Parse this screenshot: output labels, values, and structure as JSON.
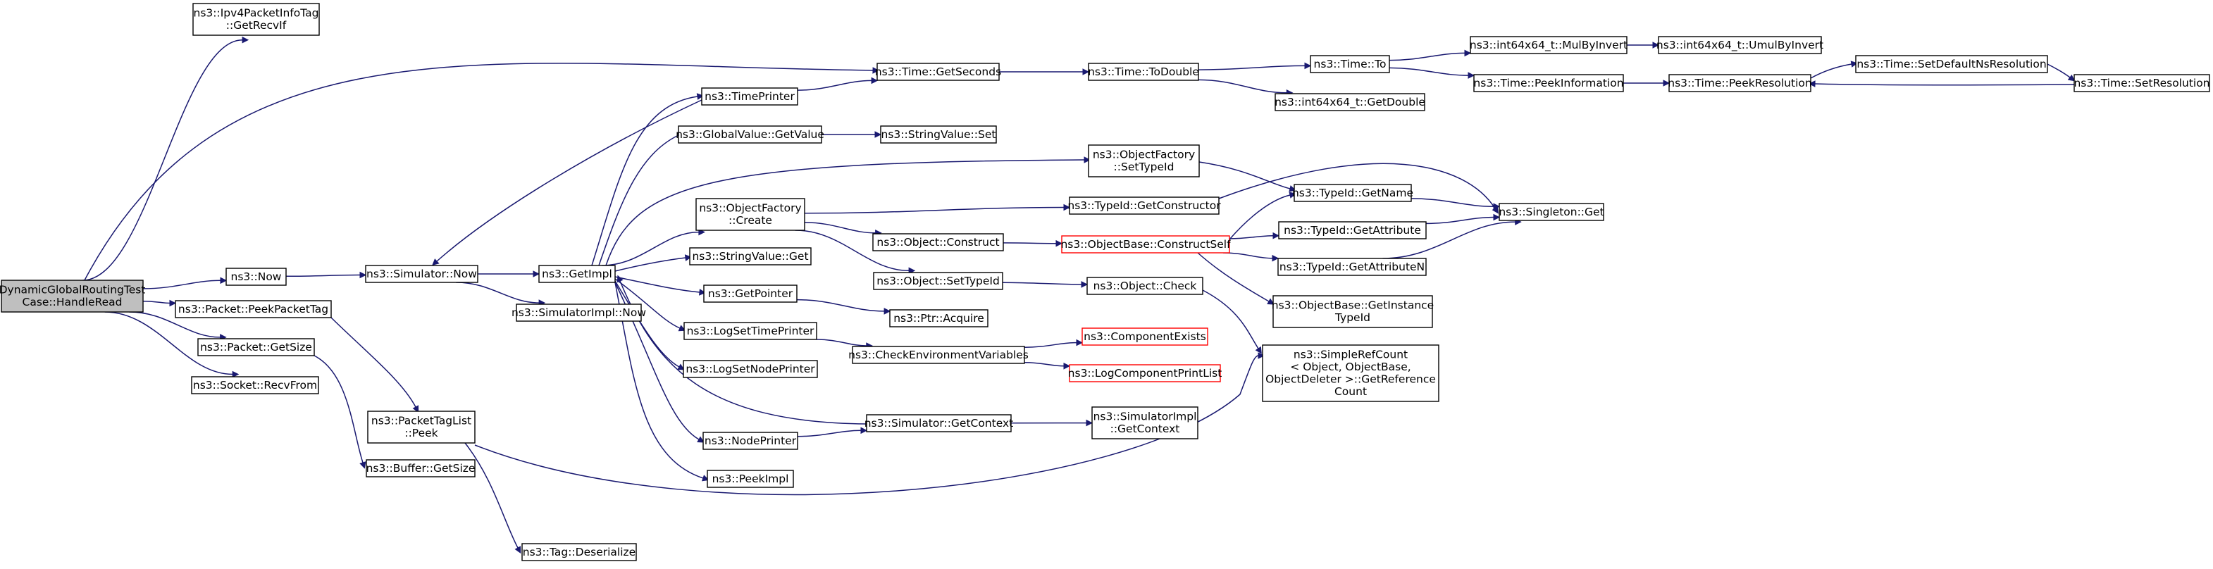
{
  "diagram": {
    "colors": {
      "edge": "#191970",
      "node_border": "#000000",
      "truncated_border": "#ff0000",
      "root_fill": "#bfbfbf",
      "background": "#ffffff"
    },
    "nodes": [
      {
        "id": "root",
        "lines": [
          "DynamicGlobalRoutingTest",
          "Case::HandleRead"
        ],
        "style": "root"
      },
      {
        "id": "ipv4",
        "lines": [
          "ns3::Ipv4PacketInfoTag",
          "::GetRecvIf"
        ]
      },
      {
        "id": "now",
        "lines": [
          "ns3::Now"
        ]
      },
      {
        "id": "peekpt",
        "lines": [
          "ns3::Packet::PeekPacketTag"
        ]
      },
      {
        "id": "pgetsize",
        "lines": [
          "ns3::Packet::GetSize"
        ]
      },
      {
        "id": "recvfrom",
        "lines": [
          "ns3::Socket::RecvFrom"
        ]
      },
      {
        "id": "simnow",
        "lines": [
          "ns3::Simulator::Now"
        ]
      },
      {
        "id": "ptlpeek",
        "lines": [
          "ns3::PacketTagList",
          "::Peek"
        ]
      },
      {
        "id": "bufgetsize",
        "lines": [
          "ns3::Buffer::GetSize"
        ]
      },
      {
        "id": "getimpl",
        "lines": [
          "ns3::GetImpl"
        ]
      },
      {
        "id": "simimplnow",
        "lines": [
          "ns3::SimulatorImpl::Now"
        ]
      },
      {
        "id": "tagdeser",
        "lines": [
          "ns3::Tag::Deserialize"
        ]
      },
      {
        "id": "timeprinter",
        "lines": [
          "ns3::TimePrinter"
        ]
      },
      {
        "id": "gvgetvalue",
        "lines": [
          "ns3::GlobalValue::GetValue"
        ]
      },
      {
        "id": "ofcreate",
        "lines": [
          "ns3::ObjectFactory",
          "::Create"
        ]
      },
      {
        "id": "svget",
        "lines": [
          "ns3::StringValue::Get"
        ]
      },
      {
        "id": "getpointer",
        "lines": [
          "ns3::GetPointer"
        ]
      },
      {
        "id": "logsettime",
        "lines": [
          "ns3::LogSetTimePrinter"
        ]
      },
      {
        "id": "logsetnode",
        "lines": [
          "ns3::LogSetNodePrinter"
        ]
      },
      {
        "id": "nodeprinter",
        "lines": [
          "ns3::NodePrinter"
        ]
      },
      {
        "id": "peekimpl",
        "lines": [
          "ns3::PeekImpl"
        ]
      },
      {
        "id": "getseconds",
        "lines": [
          "ns3::Time::GetSeconds"
        ]
      },
      {
        "id": "svset",
        "lines": [
          "ns3::StringValue::Set"
        ]
      },
      {
        "id": "objconstruct",
        "lines": [
          "ns3::Object::Construct"
        ]
      },
      {
        "id": "objsettypeid",
        "lines": [
          "ns3::Object::SetTypeId"
        ]
      },
      {
        "id": "ptracquire",
        "lines": [
          "ns3::Ptr::Acquire"
        ]
      },
      {
        "id": "checkenv",
        "lines": [
          "ns3::CheckEnvironmentVariables"
        ]
      },
      {
        "id": "simgetctx",
        "lines": [
          "ns3::Simulator::GetContext"
        ]
      },
      {
        "id": "todouble",
        "lines": [
          "ns3::Time::ToDouble"
        ]
      },
      {
        "id": "ofsettypeid",
        "lines": [
          "ns3::ObjectFactory",
          "::SetTypeId"
        ]
      },
      {
        "id": "tidgetctor",
        "lines": [
          "ns3::TypeId::GetConstructor"
        ]
      },
      {
        "id": "obconstructself",
        "lines": [
          "ns3::ObjectBase::ConstructSelf"
        ],
        "style": "trunc"
      },
      {
        "id": "objcheck",
        "lines": [
          "ns3::Object::Check"
        ]
      },
      {
        "id": "compexists",
        "lines": [
          "ns3::ComponentExists"
        ],
        "style": "trunc"
      },
      {
        "id": "logcompprint",
        "lines": [
          "ns3::LogComponentPrintList"
        ],
        "style": "trunc"
      },
      {
        "id": "simimplgetctx",
        "lines": [
          "ns3::SimulatorImpl",
          "::GetContext"
        ]
      },
      {
        "id": "timeto",
        "lines": [
          "ns3::Time::To"
        ]
      },
      {
        "id": "i64getdouble",
        "lines": [
          "ns3::int64x64_t::GetDouble"
        ]
      },
      {
        "id": "tidgetname",
        "lines": [
          "ns3::TypeId::GetName"
        ]
      },
      {
        "id": "tidgetattr",
        "lines": [
          "ns3::TypeId::GetAttribute"
        ]
      },
      {
        "id": "tidgetattrn",
        "lines": [
          "ns3::TypeId::GetAttributeN"
        ]
      },
      {
        "id": "obgetinstance",
        "lines": [
          "ns3::ObjectBase::GetInstance",
          "TypeId"
        ]
      },
      {
        "id": "simplerefcount",
        "lines": [
          "ns3::SimpleRefCount",
          "< Object, ObjectBase,",
          "ObjectDeleter >::GetReference",
          "Count"
        ]
      },
      {
        "id": "mulbyinvert",
        "lines": [
          "ns3::int64x64_t::MulByInvert"
        ]
      },
      {
        "id": "peekinfo",
        "lines": [
          "ns3::Time::PeekInformation"
        ]
      },
      {
        "id": "singleton",
        "lines": [
          "ns3::Singleton::Get"
        ]
      },
      {
        "id": "umulbyinvert",
        "lines": [
          "ns3::int64x64_t::UmulByInvert"
        ]
      },
      {
        "id": "peekres",
        "lines": [
          "ns3::Time::PeekResolution"
        ]
      },
      {
        "id": "setdefaultns",
        "lines": [
          "ns3::Time::SetDefaultNsResolution"
        ]
      },
      {
        "id": "setres",
        "lines": [
          "ns3::Time::SetResolution"
        ]
      }
    ],
    "edges": [
      [
        "root",
        "ipv4"
      ],
      [
        "root",
        "getseconds"
      ],
      [
        "root",
        "now"
      ],
      [
        "root",
        "peekpt"
      ],
      [
        "root",
        "pgetsize"
      ],
      [
        "root",
        "recvfrom"
      ],
      [
        "now",
        "simnow"
      ],
      [
        "peekpt",
        "ptlpeek"
      ],
      [
        "pgetsize",
        "bufgetsize"
      ],
      [
        "simnow",
        "getimpl"
      ],
      [
        "simnow",
        "simimplnow"
      ],
      [
        "ptlpeek",
        "tagdeser"
      ],
      [
        "ptlpeek",
        "simplerefcount"
      ],
      [
        "getimpl",
        "timeprinter"
      ],
      [
        "getimpl",
        "gvgetvalue"
      ],
      [
        "getimpl",
        "ofsettypeid"
      ],
      [
        "getimpl",
        "ofcreate"
      ],
      [
        "getimpl",
        "svget"
      ],
      [
        "getimpl",
        "getpointer"
      ],
      [
        "getimpl",
        "logsettime"
      ],
      [
        "getimpl",
        "logsetnode"
      ],
      [
        "getimpl",
        "nodeprinter"
      ],
      [
        "getimpl",
        "peekimpl"
      ],
      [
        "timeprinter",
        "simnow"
      ],
      [
        "timeprinter",
        "getseconds"
      ],
      [
        "gvgetvalue",
        "svset"
      ],
      [
        "ofcreate",
        "tidgetctor"
      ],
      [
        "ofcreate",
        "objconstruct"
      ],
      [
        "ofcreate",
        "objsettypeid"
      ],
      [
        "getpointer",
        "ptracquire"
      ],
      [
        "logsettime",
        "checkenv"
      ],
      [
        "nodeprinter",
        "simgetctx"
      ],
      [
        "simgetctx",
        "getimpl"
      ],
      [
        "simgetctx",
        "simimplgetctx"
      ],
      [
        "objconstruct",
        "obconstructself"
      ],
      [
        "objsettypeid",
        "objcheck"
      ],
      [
        "checkenv",
        "compexists"
      ],
      [
        "checkenv",
        "logcompprint"
      ],
      [
        "getseconds",
        "todouble"
      ],
      [
        "todouble",
        "timeto"
      ],
      [
        "todouble",
        "i64getdouble"
      ],
      [
        "ofsettypeid",
        "tidgetname"
      ],
      [
        "tidgetctor",
        "singleton"
      ],
      [
        "obconstructself",
        "tidgetname"
      ],
      [
        "obconstructself",
        "tidgetattr"
      ],
      [
        "obconstructself",
        "tidgetattrn"
      ],
      [
        "obconstructself",
        "obgetinstance"
      ],
      [
        "objcheck",
        "simplerefcount"
      ],
      [
        "timeto",
        "mulbyinvert"
      ],
      [
        "timeto",
        "peekinfo"
      ],
      [
        "mulbyinvert",
        "umulbyinvert"
      ],
      [
        "peekinfo",
        "peekres"
      ],
      [
        "tidgetname",
        "singleton"
      ],
      [
        "tidgetattr",
        "singleton"
      ],
      [
        "tidgetattrn",
        "singleton"
      ],
      [
        "setdefaultns",
        "setres"
      ],
      [
        "setres",
        "peekres"
      ],
      [
        "peekres",
        "setdefaultns"
      ]
    ]
  }
}
